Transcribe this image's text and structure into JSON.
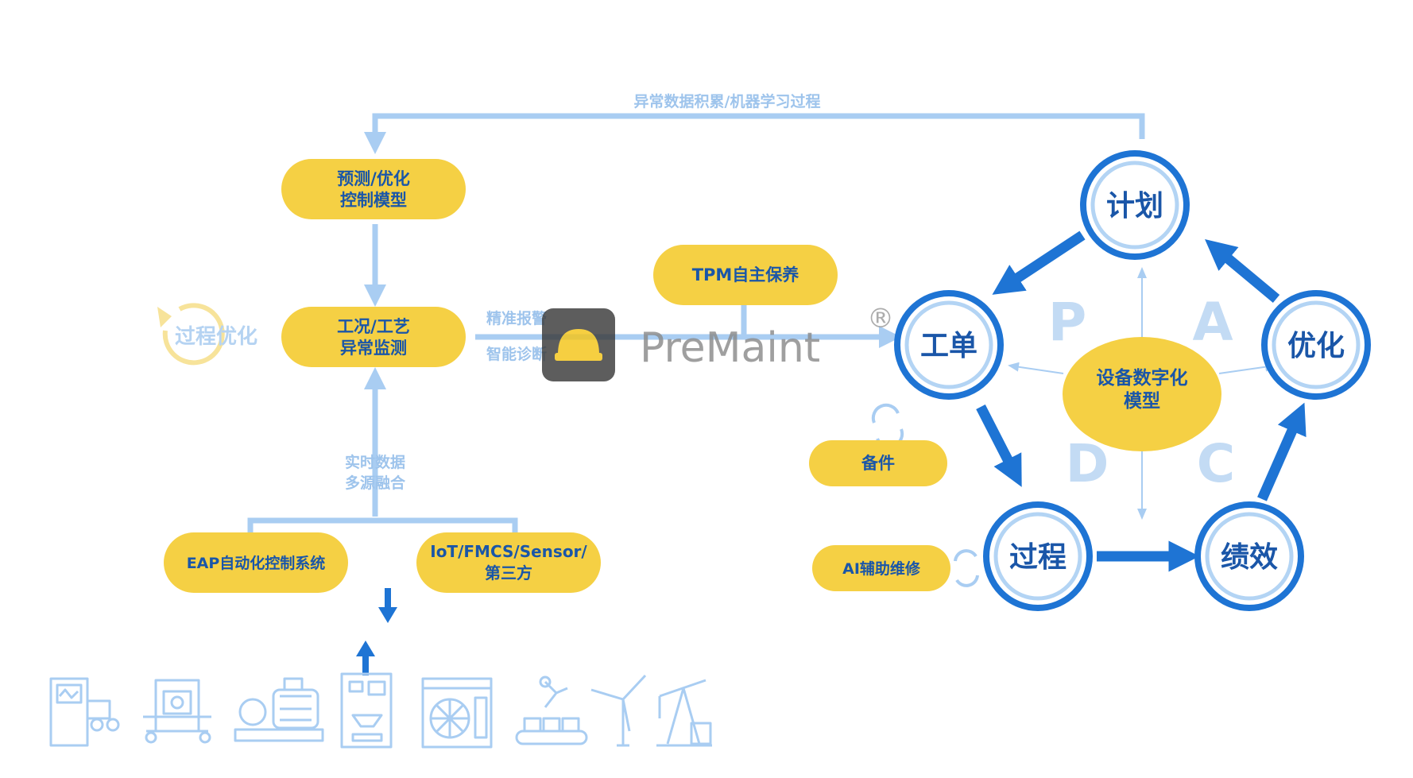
{
  "top_loop_label": "异常数据积累/机器学习过程",
  "process_opt_label": "过程优化",
  "boxes": {
    "predict": [
      "预测/优化",
      "控制模型"
    ],
    "monitor": [
      "工况/工艺",
      "异常监测"
    ],
    "tpm": "TPM自主保养",
    "eap": "EAP自动化控制系统",
    "iot": [
      "IoT/FMCS/Sensor/",
      "第三方"
    ],
    "spare": "备件",
    "ai_repair": "AI辅助维修"
  },
  "flow_labels": {
    "alarm": "精准报警",
    "diagnosis": "智能诊断",
    "realtime": [
      "实时数据",
      "多源融合"
    ]
  },
  "watermark": {
    "brand": "PreMaint",
    "registered": "®"
  },
  "pdca": {
    "letters": {
      "p": "P",
      "a": "A",
      "d": "D",
      "c": "C"
    },
    "nodes": {
      "plan": "计划",
      "work_order": "工单",
      "optimize": "优化",
      "process": "过程",
      "performance": "绩效"
    },
    "center": [
      "设备数字化",
      "模型"
    ]
  },
  "colors": {
    "pill": "#f5d044",
    "pill_text": "#1a56a8",
    "light_blue": "#a9cdf2",
    "dark_blue": "#1e74d4"
  },
  "icons": [
    "cabinet-conveyor-icon",
    "packaging-machine-icon",
    "motor-pump-icon",
    "press-machine-icon",
    "industrial-fan-icon",
    "robot-arm-conveyor-icon",
    "wind-turbine-icon",
    "oil-pumpjack-icon"
  ]
}
